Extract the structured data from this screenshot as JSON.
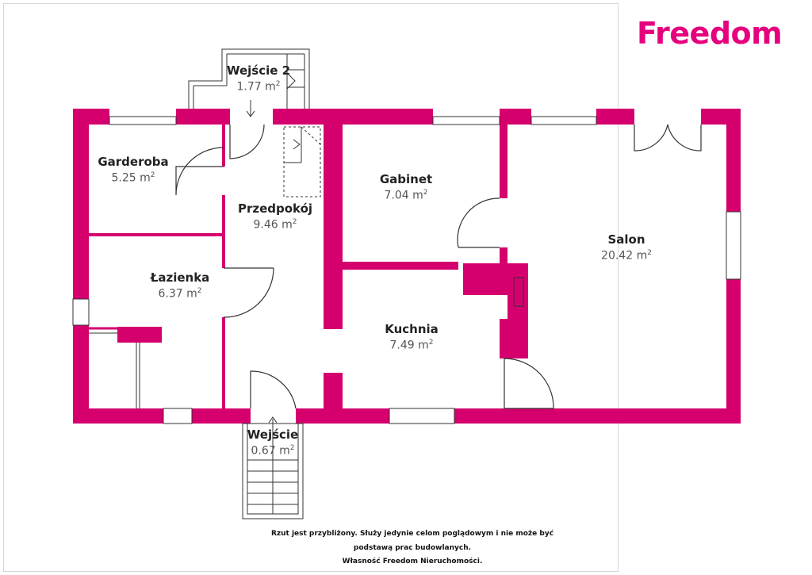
{
  "brand": {
    "name": "Freedom",
    "color": "#e6007e"
  },
  "colors": {
    "wall": "#d5006d",
    "line": "#333333",
    "text": "#222222",
    "area_text": "#555555"
  },
  "rooms": [
    {
      "name": "Wejście 2",
      "area": "1.77 m",
      "unit_sup": "2"
    },
    {
      "name": "Garderoba",
      "area": "5.25 m",
      "unit_sup": "2"
    },
    {
      "name": "Gabinet",
      "area": "7.04 m",
      "unit_sup": "2"
    },
    {
      "name": "Przedpokój",
      "area": "9.46 m",
      "unit_sup": "2"
    },
    {
      "name": "Salon",
      "area": "20.42 m",
      "unit_sup": "2"
    },
    {
      "name": "Łazienka",
      "area": "6.37 m",
      "unit_sup": "2"
    },
    {
      "name": "Kuchnia",
      "area": "7.49 m",
      "unit_sup": "2"
    },
    {
      "name": "Wejście",
      "area": "0.67 m",
      "unit_sup": "2"
    }
  ],
  "disclaimer": {
    "line1": "Rzut jest przybliżony. Służy jedynie celom poglądowym i nie może być",
    "line2": "podstawą prac budowlanych.",
    "line3": "Własność Freedom Nieruchomości."
  }
}
